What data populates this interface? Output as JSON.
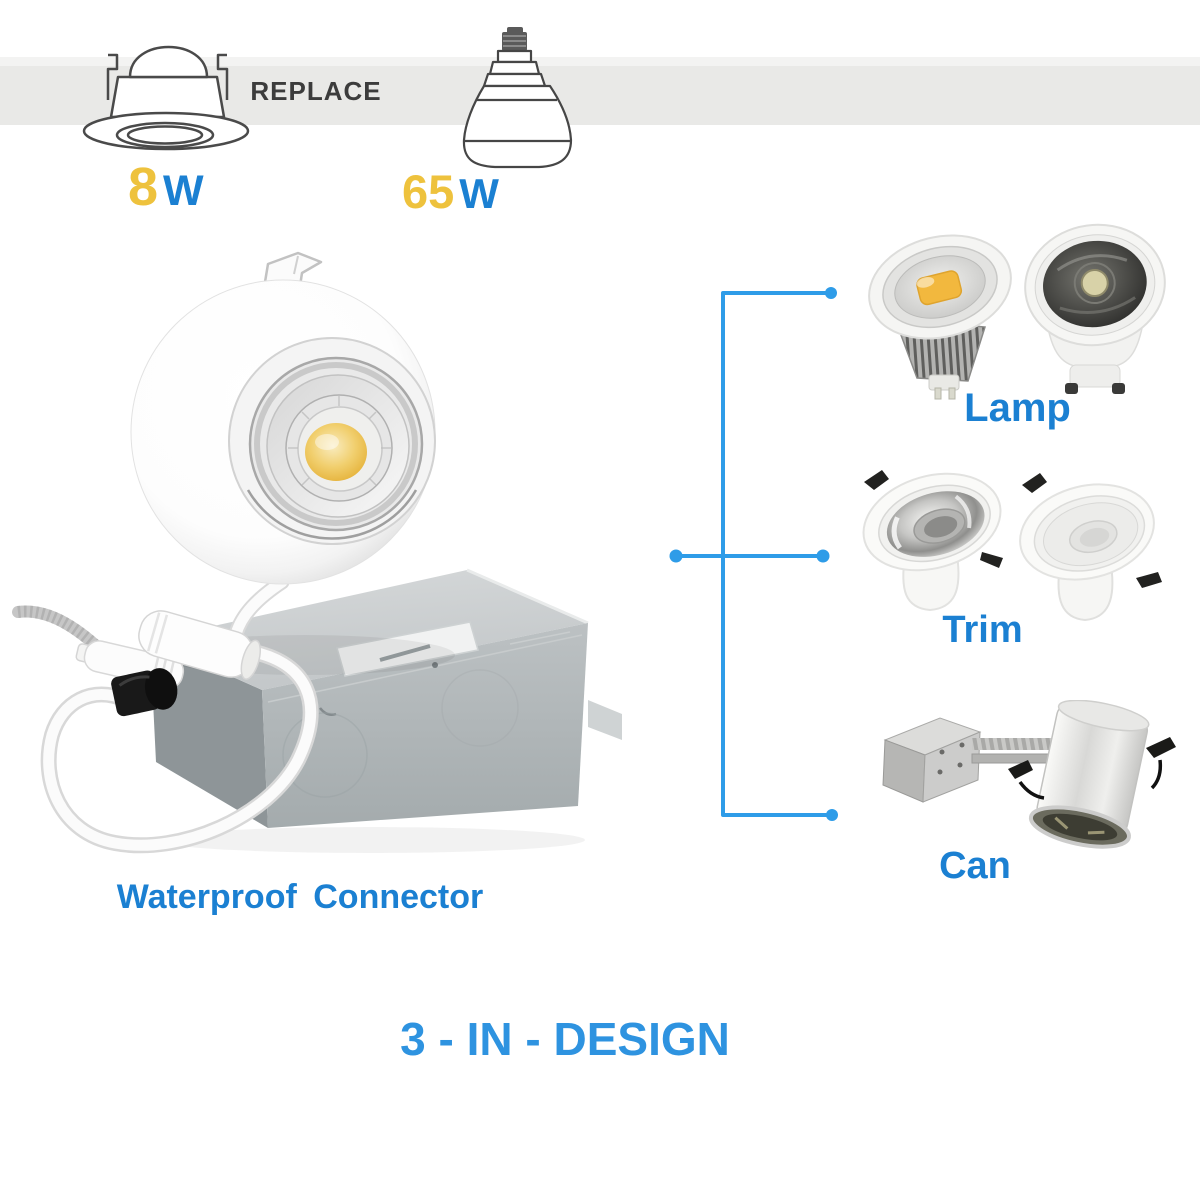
{
  "colors": {
    "accent_text_blue": "#1b80d2",
    "headline_blue": "#2e93e0",
    "line_blue": "#2e9ce8",
    "watt_yellow": "#eec23d",
    "replace_dark": "#3c3c3c",
    "band_gray": "#e9e9e7"
  },
  "replace_section": {
    "label": "REPLACE",
    "new_light": {
      "watts": "8",
      "unit": "W",
      "icon": "recessed-downlight-line-icon"
    },
    "old_bulb": {
      "watts": "65",
      "unit": "W",
      "icon": "br30-bulb-line-icon"
    }
  },
  "product": {
    "caption": "Waterproof Connector",
    "photo": "gimbal-downlight-with-junction-box-photo"
  },
  "components": [
    {
      "label": "Lamp",
      "photo": "mr16-and-gu10-lamps-photo"
    },
    {
      "label": "Trim",
      "photo": "recessed-trims-photo"
    },
    {
      "label": "Can",
      "photo": "remodel-can-housing-photo"
    }
  ],
  "footer": {
    "headline": "3 - IN - DESIGN"
  }
}
